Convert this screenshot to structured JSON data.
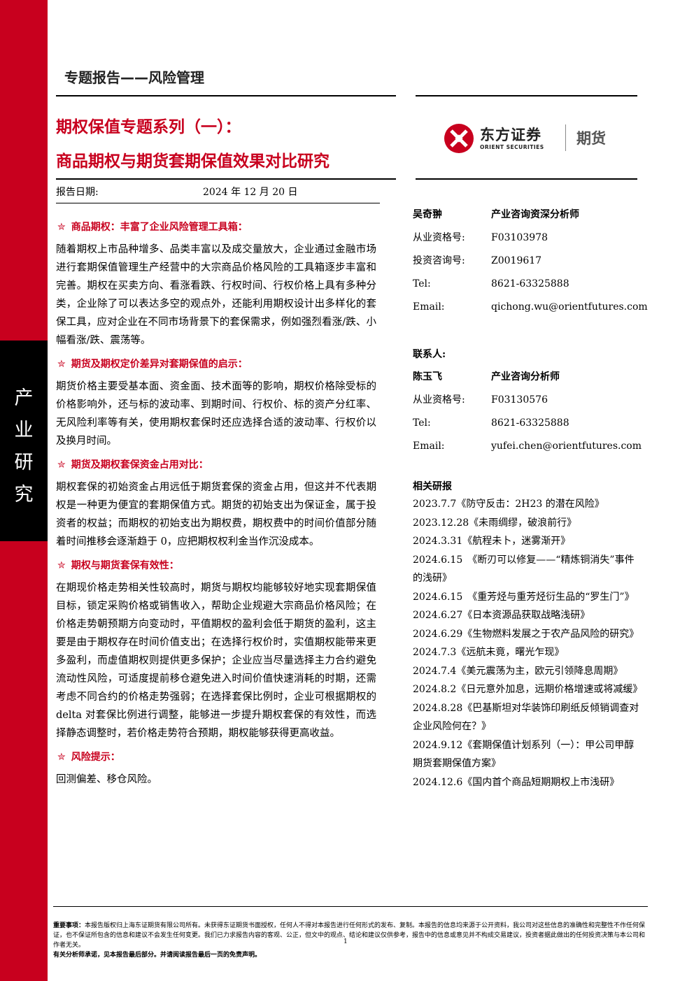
{
  "sidebar": {
    "vertical_label": [
      "产",
      "业",
      "研",
      "究"
    ],
    "color": "#c8001e"
  },
  "header": {
    "topic": "专题报告——风险管理",
    "title_line1": "期权保值专题系列（一）：",
    "title_line2": "商品期权与期货套期保值效果对比研究",
    "date_label": "报告日期:",
    "date_value": "2024 年 12 月 20 日",
    "accent_color": "#c8001e"
  },
  "logo": {
    "name": "东方证券",
    "sub": "ORIENT SECURITIES",
    "suffix": "期货"
  },
  "sections": [
    {
      "heading": "商品期权：丰富了企业风险管理工具箱：",
      "body": "随着期权上市品种增多、品类丰富以及成交量放大，企业通过金融市场进行套期保值管理生产经营中的大宗商品价格风险的工具箱逐步丰富和完善。期权在买卖方向、看涨看跌、行权时间、行权价格上具有多种分类，企业除了可以表达多空的观点外，还能利用期权设计出多样化的套保工具，应对企业在不同市场背景下的套保需求，例如强烈看涨/跌、小幅看涨/跌、震荡等。"
    },
    {
      "heading": "期货及期权定价差异对套期保值的启示：",
      "body": "期货价格主要受基本面、资金面、技术面等的影响，期权价格除受标的价格影响外，还与标的波动率、到期时间、行权价、标的资产分红率、无风险利率等有关，使用期权套保时还应选择合适的波动率、行权价以及换月时间。"
    },
    {
      "heading": "期货及期权套保资金占用对比：",
      "body": "期权套保的初始资金占用远低于期货套保的资金占用，但这并不代表期权是一种更为便宜的套期保值方式。期货的初始支出为保证金，属于投资者的权益；而期权的初始支出为期权费，期权费中的时间价值部分随着时间推移会逐渐趋于 0，应把期权权利金当作沉没成本。"
    },
    {
      "heading": "期权与期货套保有效性：",
      "body": "在期现价格走势相关性较高时，期货与期权均能够较好地实现套期保值目标，锁定采购价格或销售收入，帮助企业规避大宗商品价格风险；在价格走势朝预期方向变动时，平值期权的盈利会低于期货的盈利，这主要是由于期权存在时间价值支出；在选择行权价时，实值期权能带来更多盈利，而虚值期权则提供更多保护；企业应当尽量选择主力合约避免流动性风险，可适度提前移仓避免进入时间价值快速消耗的时期，还需考虑不同合约的价格走势强弱；在选择套保比例时，企业可根据期权的 delta 对套保比例进行调整，能够进一步提升期权套保的有效性，而选择静态调整时，若价格走势符合预期，期权能够获得更高收益。"
    },
    {
      "heading": "风险提示：",
      "body": "回测偏差、移仓风险。"
    }
  ],
  "analyst": {
    "name": "吴奇翀",
    "title": "产业咨询资深分析师",
    "fields": [
      {
        "k": "从业资格号:",
        "v": "F03103978"
      },
      {
        "k": "投资咨询号:",
        "v": "Z0019617"
      },
      {
        "k": "Tel:",
        "v": "8621-63325888"
      },
      {
        "k": "Email:",
        "v": "qichong.wu@orientfutures.com"
      }
    ]
  },
  "contact": {
    "label": "联系人:",
    "name": "陈玉飞",
    "title": "产业咨询分析师",
    "fields": [
      {
        "k": "从业资格号:",
        "v": "F03130576"
      },
      {
        "k": "Tel:",
        "v": "8621-63325888"
      },
      {
        "k": "Email:",
        "v": "yufei.chen@orientfutures.com"
      }
    ]
  },
  "related": {
    "heading": "相关研报",
    "items": [
      "2023.7.7《防守反击：2H23 的潜在风险》",
      "2023.12.28《未雨绸缪，破浪前行》",
      "2024.3.31《航程未卜，迷雾渐开》",
      "2024.6.15　《断刃可以修复——“精炼铜消失”事件的浅研》",
      "2024.6.15　《重芳烃与重芳烃衍生品的“罗生门”》",
      "2024.6.27《日本资源品获取战略浅研》",
      "2024.6.29《生物燃料发展之于农产品风险的研究》",
      "2024.7.3《远航未竟，曙光乍现》",
      "2024.7.4《美元震荡为主，欧元引领降息周期》",
      "2024.8.2《日元意外加息，远期价格增速或将减缓》",
      "2024.8.28《巴基斯坦对华装饰印刷纸反倾销调查对企业风险何在？》",
      "2024.9.12《套期保值计划系列（一）：甲公司甲醇期货套期保值方案》",
      "2024.12.6《国内首个商品短期期权上市浅研》"
    ]
  },
  "disclaimer": {
    "lead": "重要事项：",
    "text": "本报告版权归上海东证期货有限公司所有。未获得东证期货书面授权，任何人不得对本报告进行任何形式的发布、复制。本报告的信息均来源于公开资料，我公司对这些信息的准确性和完整性不作任何保证，也不保证所包含的信息和建议不会发生任何变更。我们已力求报告内容的客观、公正，但文中的观点、结论和建议仅供参考，报告中的信息或意见并不构成交易建议，投资者据此做出的任何投资决策与本公司和作者无关。",
    "last": "有关分析师承诺，见本报告最后部分。并请阅读报告最后一页的免责声明。",
    "page": "1"
  }
}
